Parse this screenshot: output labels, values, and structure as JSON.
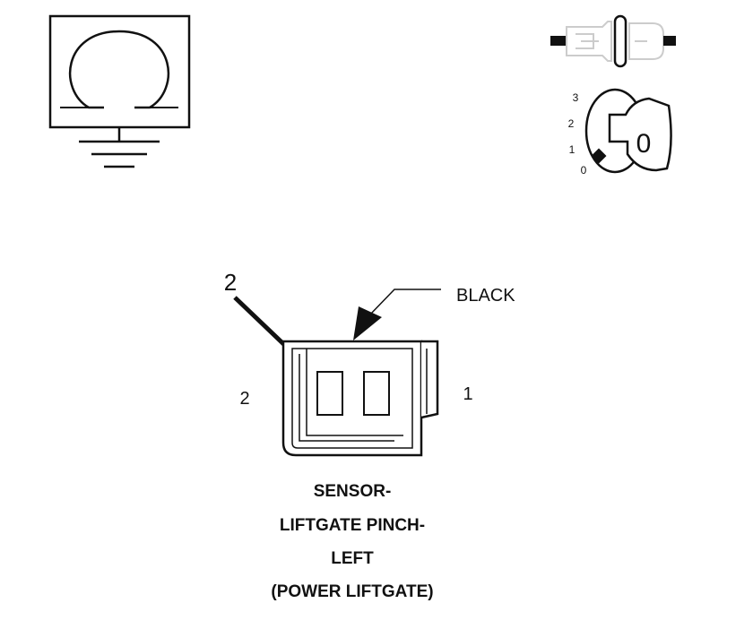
{
  "ohmmeter": {
    "icon": "ohm-meter-ground-icon",
    "symbol": "Ω"
  },
  "ignition": {
    "icon": "ignition-key-icon",
    "positions": [
      "3",
      "2",
      "1",
      "0"
    ],
    "key_label": "0"
  },
  "connector": {
    "color_label": "BLACK",
    "probe_pin": "2",
    "pin_left": "2",
    "pin_right": "1",
    "caption": [
      "SENSOR-",
      "LIFTGATE PINCH-",
      "LEFT",
      "(POWER LIFTGATE)"
    ]
  }
}
